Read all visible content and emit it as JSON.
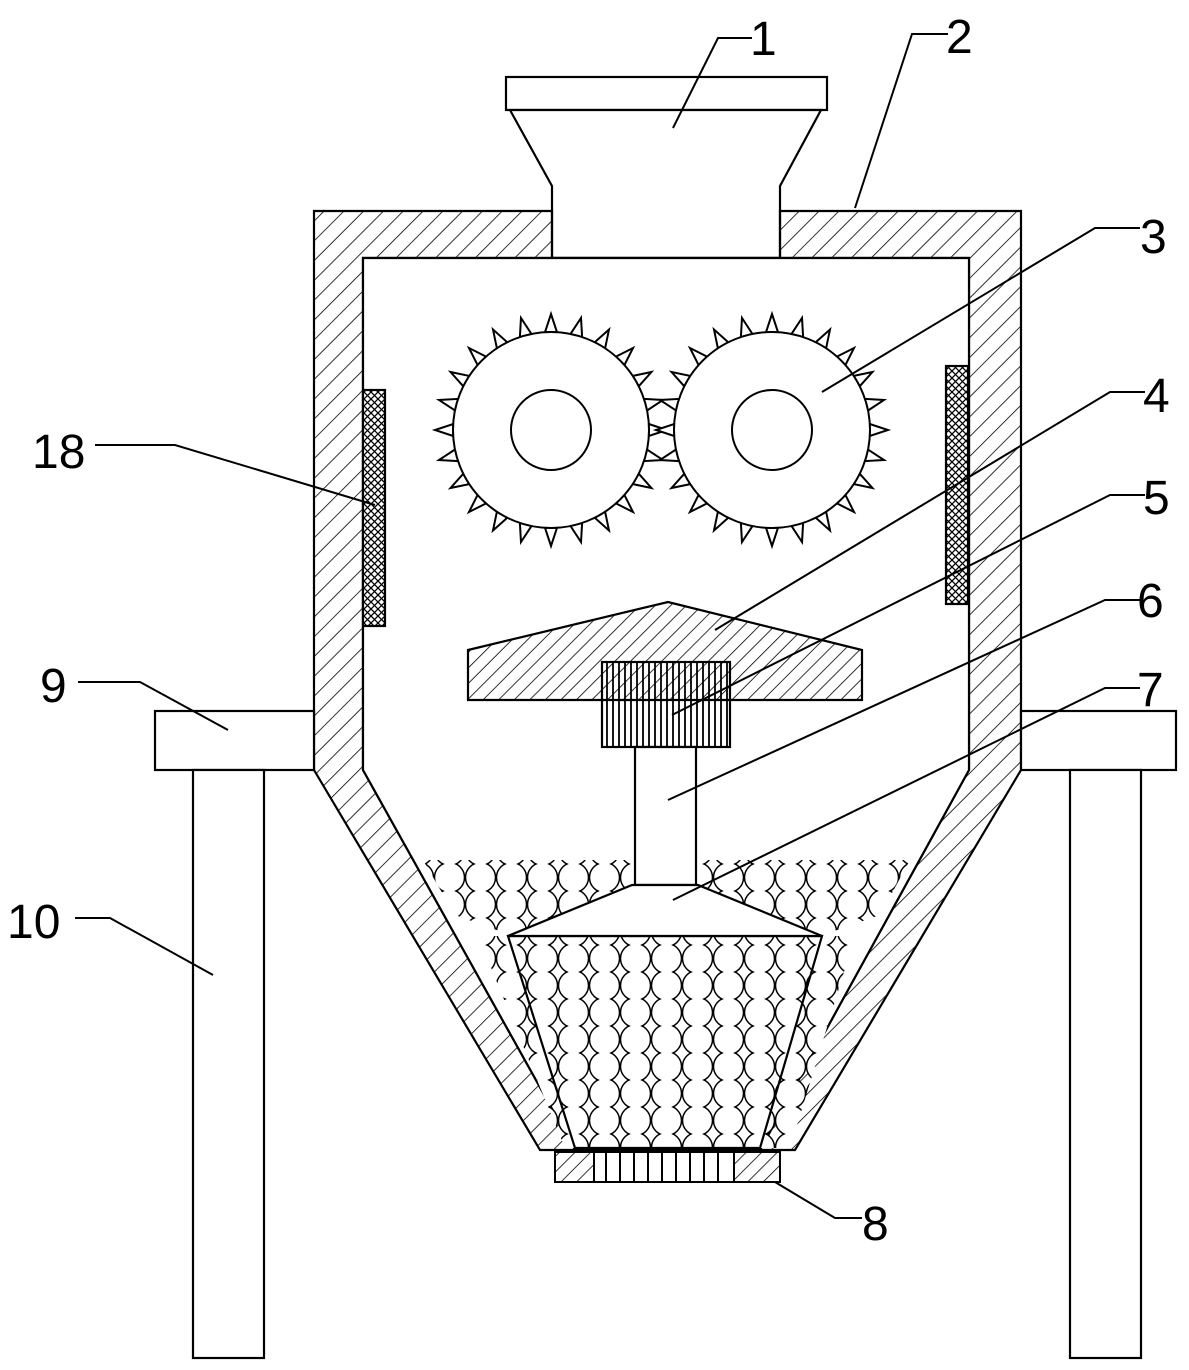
{
  "diagram": {
    "labels": {
      "l1": "1",
      "l2": "2",
      "l3": "3",
      "l4": "4",
      "l5": "5",
      "l6": "6",
      "l7": "7",
      "l8": "8",
      "l9": "9",
      "l10": "10",
      "l18": "18"
    }
  }
}
